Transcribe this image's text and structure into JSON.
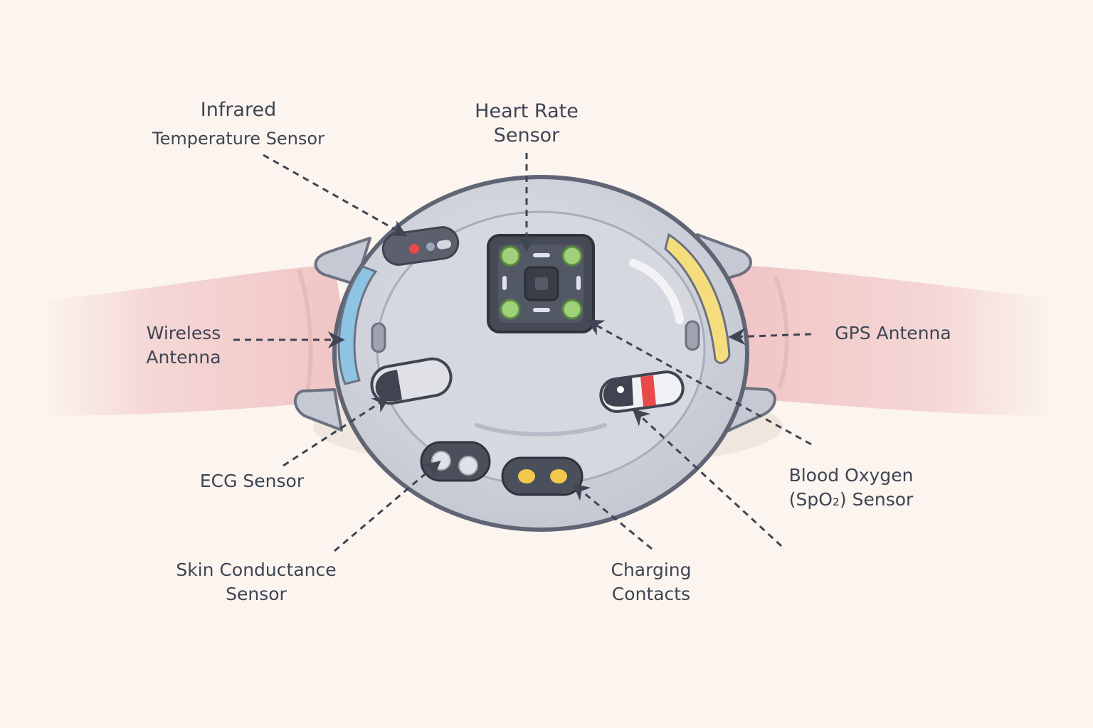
{
  "diagram": {
    "labels": {
      "infrared": {
        "line1": "Infrared",
        "line2": "Temperature Sensor"
      },
      "heart_rate": {
        "line1": "Heart Rate",
        "line2": "Sensor"
      },
      "wireless": {
        "line1": "Wireless",
        "line2": "Antenna"
      },
      "gps": {
        "line1": "GPS Antenna"
      },
      "ecg": {
        "line1": "ECG Sensor"
      },
      "blood_oxygen": {
        "line1": "Blood Oxygen",
        "line2": "(SpO₂) Sensor"
      },
      "skin": {
        "line1": "Skin Conductance",
        "line2": "Sensor"
      },
      "charging": {
        "line1": "Charging",
        "line2": "Contacts"
      }
    },
    "colors": {
      "background": "#fbf4ef",
      "strap": "#f2c9c8",
      "case": "#c9ccd6",
      "case_outline": "#6b7180",
      "sensor_dark": "#3f4450",
      "led_green": "#9fd07a",
      "wireless_band": "#8ec4e3",
      "gps_band": "#f5dd7e",
      "contact_yellow": "#f2c94c",
      "ir_red": "#e84a4a",
      "spo2_red": "#e84a4a",
      "text": "#3e4553"
    }
  }
}
